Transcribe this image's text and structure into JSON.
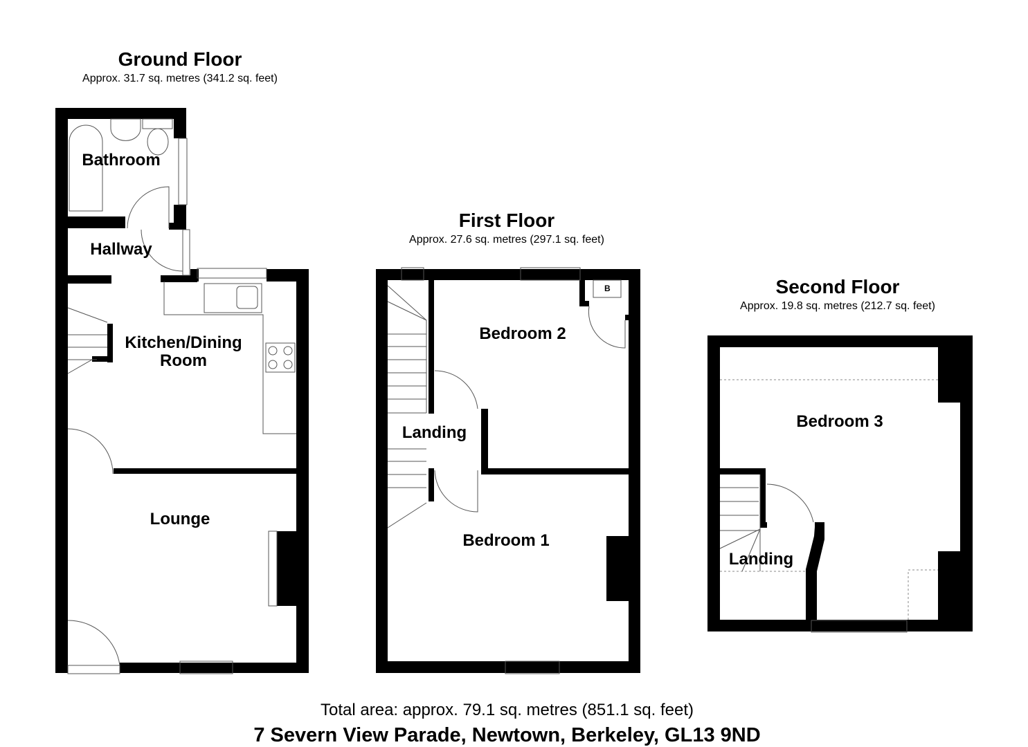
{
  "floors": [
    {
      "id": "ground",
      "title": "Ground Floor",
      "area": "Approx. 31.7 sq. metres (341.2 sq. feet)",
      "rooms": [
        "Bathroom",
        "Hallway",
        "Kitchen/Dining Room",
        "Lounge"
      ]
    },
    {
      "id": "first",
      "title": "First Floor",
      "area": "Approx. 27.6 sq. metres (297.1 sq. feet)",
      "rooms": [
        "Bedroom 2",
        "Landing",
        "Bedroom 1"
      ]
    },
    {
      "id": "second",
      "title": "Second Floor",
      "area": "Approx. 19.8 sq. metres (212.7 sq. feet)",
      "rooms": [
        "Bedroom 3",
        "Landing"
      ]
    }
  ],
  "labels": {
    "bathroom": "Bathroom",
    "hallway": "Hallway",
    "kitchen_line1": "Kitchen/Dining",
    "kitchen_line2": "Room",
    "lounge": "Lounge",
    "bedroom2": "Bedroom 2",
    "landing_first": "Landing",
    "bedroom1": "Bedroom 1",
    "bedroom3": "Bedroom 3",
    "landing_second": "Landing",
    "boiler": "B"
  },
  "footer": {
    "total_area": "Total area: approx. 79.1 sq. metres (851.1 sq. feet)",
    "address": "7 Severn View Parade, Newtown, Berkeley, GL13 9ND"
  },
  "colors": {
    "wall": "#000000",
    "fixture_line": "#555555",
    "background": "#ffffff"
  }
}
